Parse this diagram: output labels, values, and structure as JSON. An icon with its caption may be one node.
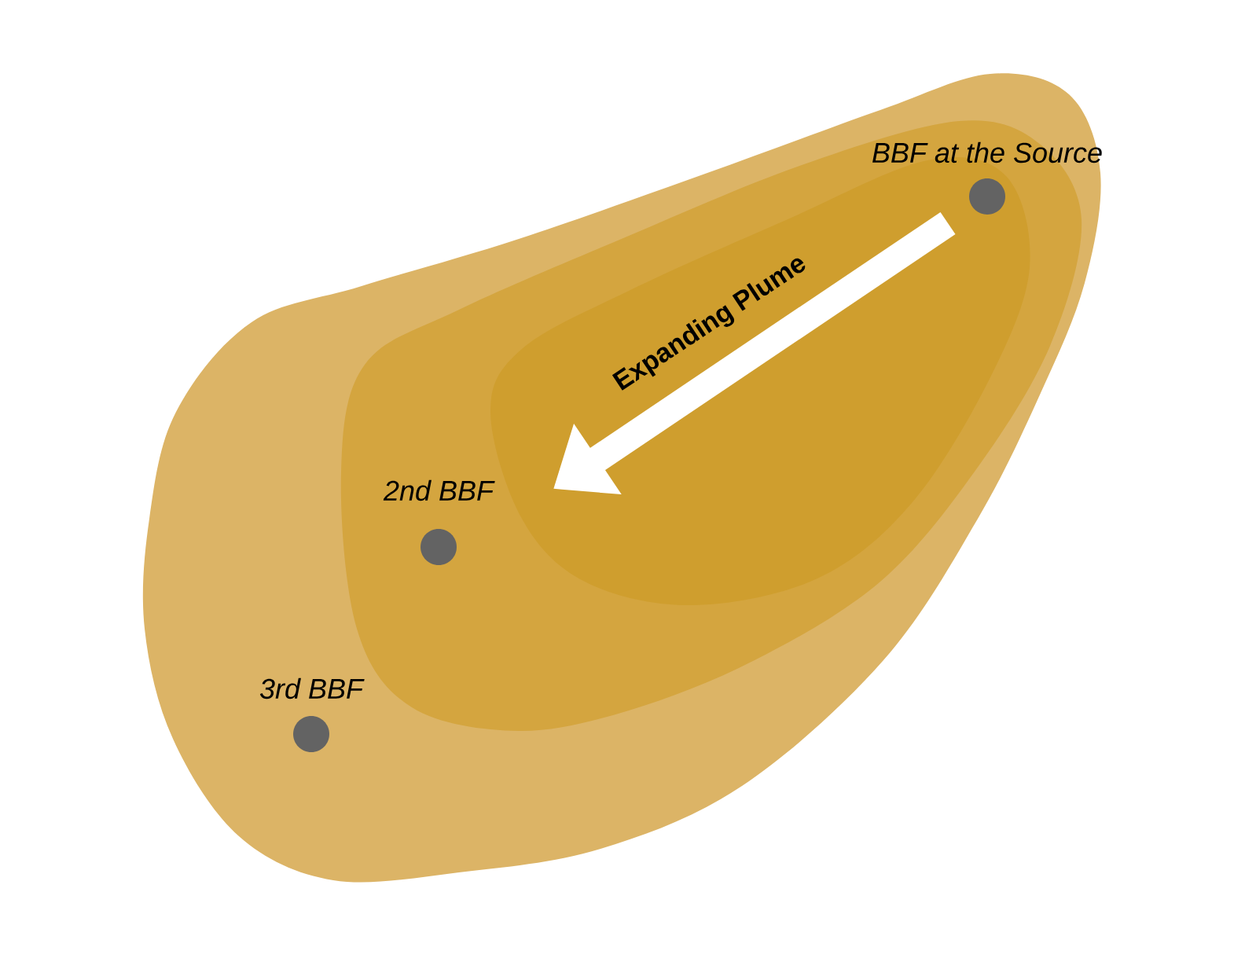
{
  "diagram": {
    "nodes": [
      {
        "text": [],
        "shape": "circle",
        "beside": [
          "BBF at the Source"
        ]
      },
      {
        "text": [],
        "shape": "circle",
        "beside": [
          "2nd BBF"
        ]
      },
      {
        "text": [],
        "shape": "circle",
        "beside": [
          "3rd BBF"
        ]
      }
    ],
    "edges": [],
    "labels": [
      "Expanding Plume"
    ]
  }
}
